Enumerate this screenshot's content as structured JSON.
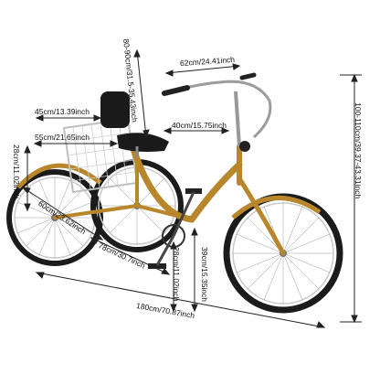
{
  "colors": {
    "frame": "#B8862B",
    "frame_dark": "#7A5A1C",
    "tire": "#1b1b1b",
    "rim": "#c9c9c9",
    "saddle": "#1a1a1a",
    "basket": "#bfbfbf",
    "dimension_line": "#222222"
  },
  "dimensions": {
    "handlebar_width": "62cm/24.41inch",
    "seat_height_range": "80-90cm/31.5-35.43inch",
    "basket_top_width": "45cm/13.39inch",
    "basket_bottom_width": "55cm/21.65inch",
    "seat_to_handlebar": "40cm/15.75inch",
    "basket_height": "28cm/11.02inch",
    "rear_wheel": "60cm/23.62inch",
    "wheelbase": "78cm/30.7inch",
    "pedal_height": "28cm/11.02inch",
    "frame_height": "39cm/15.35inch",
    "overall_length": "180cm/70.87inch",
    "overall_height": "100-110cm/39.37-43.31inch"
  },
  "icons": [
    "tricycle-illustration",
    "rear-basket",
    "saddle",
    "handlebar",
    "pedal"
  ]
}
